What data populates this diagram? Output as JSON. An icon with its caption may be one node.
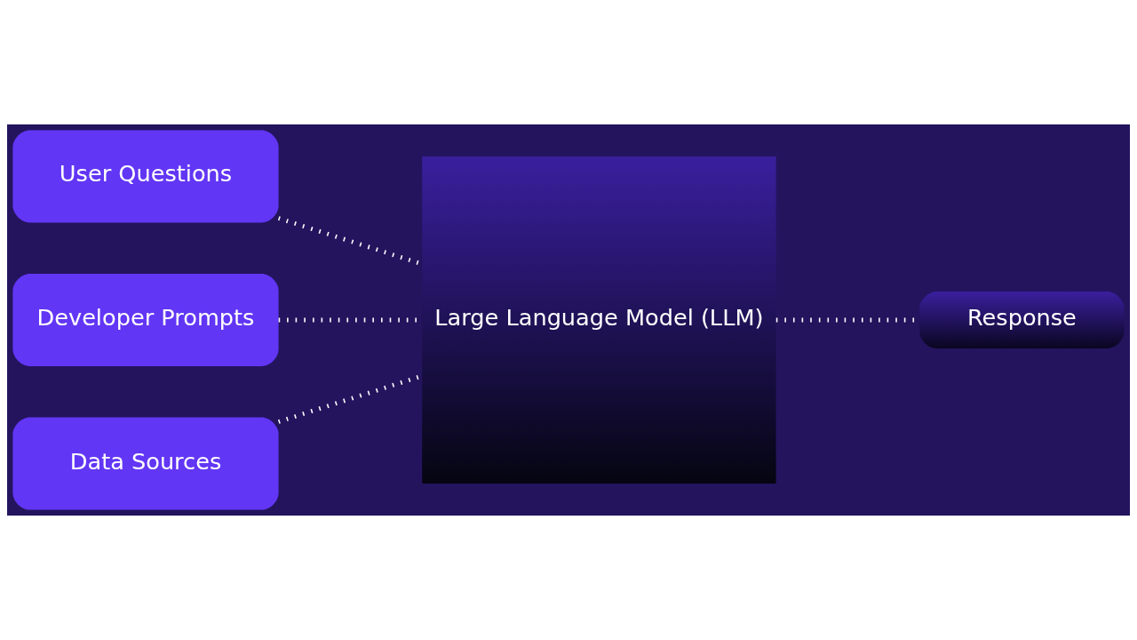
{
  "diagram": {
    "nodes": [
      {
        "text": [
          "User Questions"
        ]
      },
      {
        "text": [
          "Developer Prompts"
        ]
      },
      {
        "text": [
          "Data Sources"
        ]
      },
      {
        "text": [
          "Large Language Model (LLM)"
        ]
      },
      {
        "text": [
          "Response"
        ]
      }
    ],
    "edges": [
      {
        "from": 0,
        "to": 3,
        "arrow": "none"
      },
      {
        "from": 1,
        "to": 3,
        "arrow": "none"
      },
      {
        "from": 2,
        "to": 3,
        "arrow": "none"
      },
      {
        "from": 3,
        "to": 4,
        "arrow": "none"
      }
    ]
  }
}
